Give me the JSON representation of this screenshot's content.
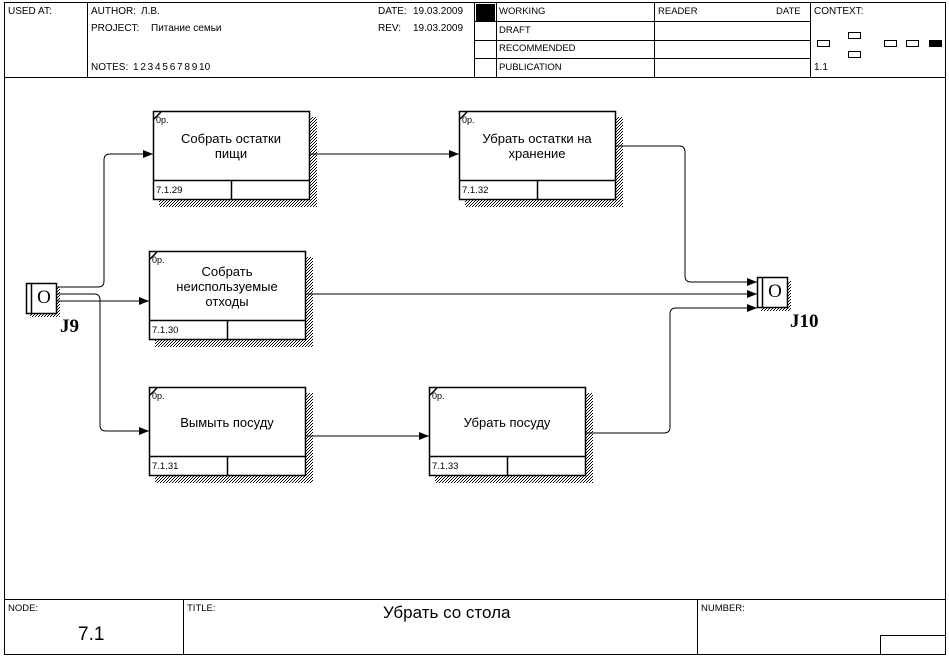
{
  "header": {
    "used_at_label": "USED AT:",
    "author_label": "AUTHOR:",
    "author_value": "Л.В.",
    "project_label": "PROJECT:",
    "project_value": "Питание семьи",
    "date_label": "DATE:",
    "date_value": "19.03.2009",
    "rev_label": "REV:",
    "rev_value": "19.03.2009",
    "notes_label": "NOTES:",
    "notes_value": "1  2  3  4  5  6  7  8  9  10",
    "status_items": [
      "WORKING",
      "DRAFT",
      "RECOMMENDED",
      "PUBLICATION"
    ],
    "reader_label": "READER",
    "reader_date_label": "DATE",
    "context_label": "CONTEXT:",
    "context_node": "1.1"
  },
  "footer": {
    "node_label": "NODE:",
    "node_value": "7.1",
    "title_label": "TITLE:",
    "title_value": "Убрать со стола",
    "number_label": "NUMBER:"
  },
  "diagram": {
    "boxes": [
      {
        "id": "b1",
        "label": "Собрать остатки пищи",
        "ref": "7.1.29",
        "cost": "0р."
      },
      {
        "id": "b2",
        "label": "Убрать остатки на хранение",
        "ref": "7.1.32",
        "cost": "0р."
      },
      {
        "id": "b3",
        "label": "Собрать неиспользуемые отходы",
        "ref": "7.1.30",
        "cost": "0р."
      },
      {
        "id": "b4",
        "label": "Вымыть посуду",
        "ref": "7.1.31",
        "cost": "0р."
      },
      {
        "id": "b5",
        "label": "Убрать посуду",
        "ref": "7.1.33",
        "cost": "0р."
      }
    ],
    "junctions": [
      {
        "id": "j9",
        "name": "J9",
        "type": "O"
      },
      {
        "id": "j10",
        "name": "J10",
        "type": "O"
      }
    ],
    "arrows": [
      {
        "from": "j9",
        "to": "b1"
      },
      {
        "from": "j9",
        "to": "b3"
      },
      {
        "from": "j9",
        "to": "b4"
      },
      {
        "from": "b1",
        "to": "b2"
      },
      {
        "from": "b4",
        "to": "b5"
      },
      {
        "from": "b2",
        "to": "j10"
      },
      {
        "from": "b3",
        "to": "j10"
      },
      {
        "from": "b5",
        "to": "j10"
      }
    ]
  }
}
